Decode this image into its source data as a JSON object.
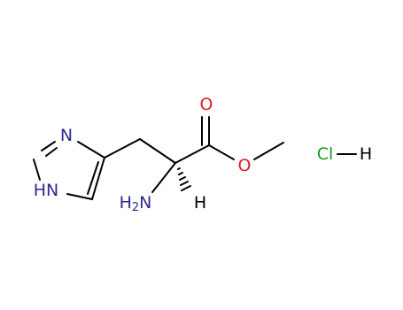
{
  "molecule": {
    "atoms": {
      "n_ring_top": "N",
      "nh_ring": "HN",
      "o_carbonyl": "O",
      "o_ester": "O",
      "amine": "H2N",
      "amine_prefix": "H",
      "amine_subscript": "2",
      "amine_suffix": "N",
      "stereo_h": "H",
      "chlorine": "Cl",
      "hcl_h": "H"
    },
    "colors": {
      "bond": "#000000",
      "nitrogen": "#2b2b8f",
      "oxygen": "#e02020",
      "chlorine": "#1f9a1f",
      "hydrogen": "#000000"
    }
  }
}
